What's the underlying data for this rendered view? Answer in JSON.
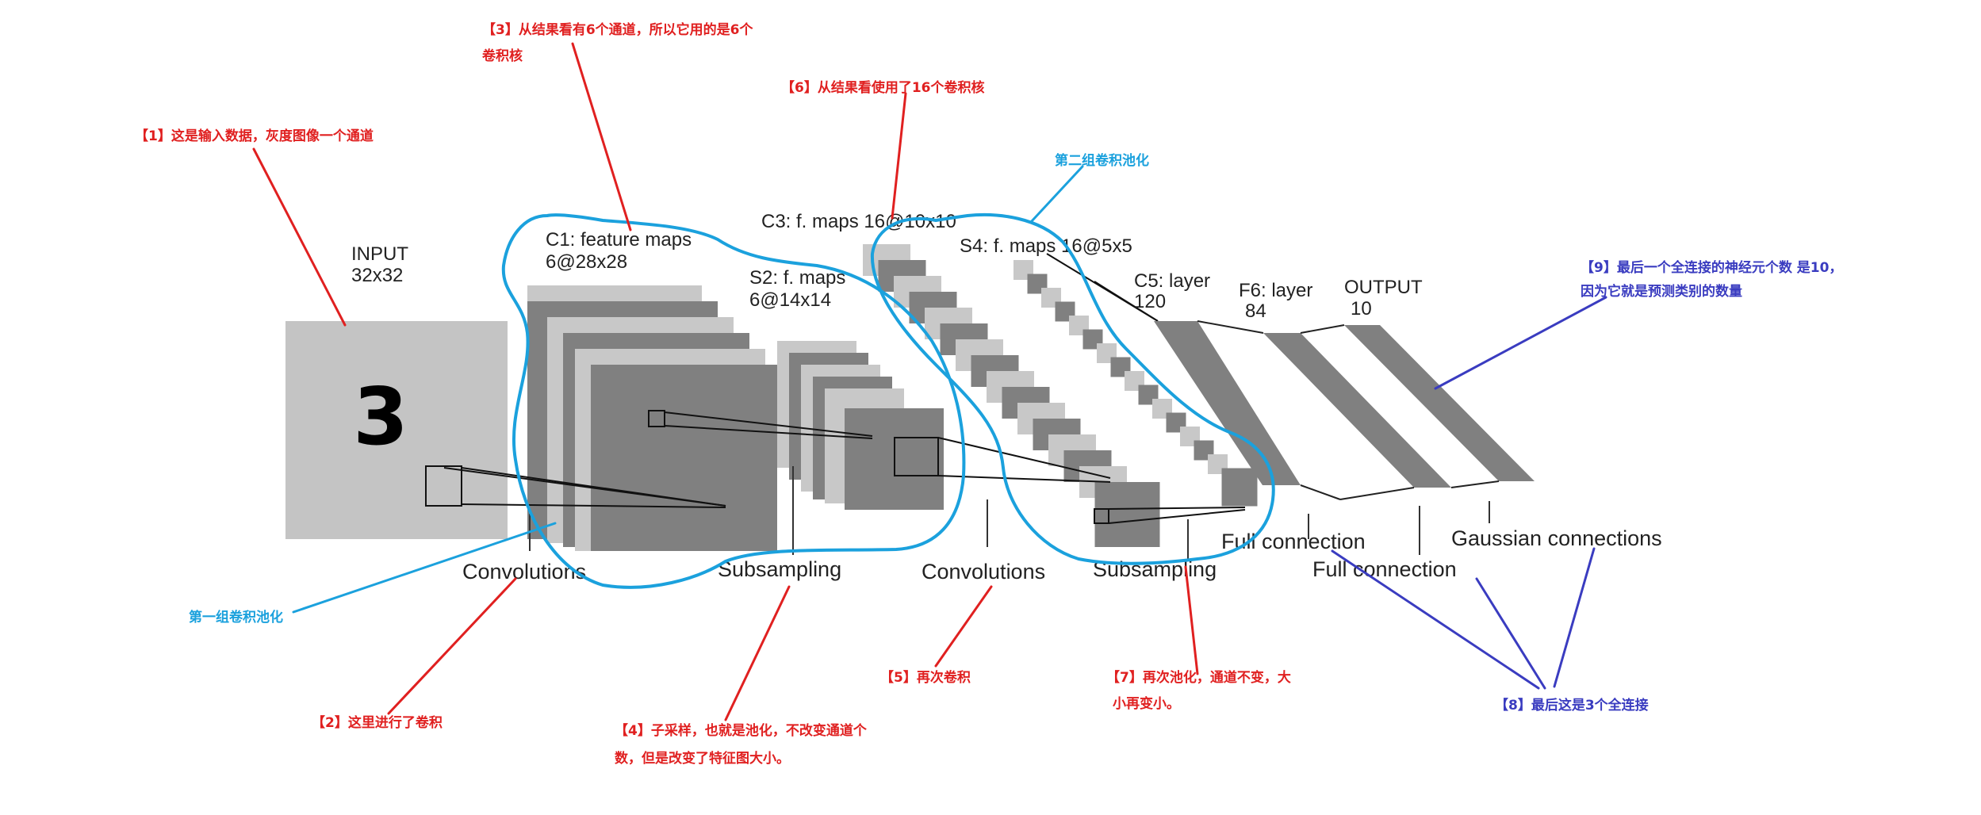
{
  "colors": {
    "red": "#e02020",
    "blue": "#1ba1dd",
    "indigo": "#3a3cc0",
    "map_light": "#c8c8c8",
    "map_dark": "#808080",
    "input_bg": "#c4c4c4"
  },
  "network": {
    "input_title": "INPUT",
    "input_size": "32x32",
    "input_digit": "3",
    "c1_title": "C1: feature maps",
    "c1_size": "6@28x28",
    "s2_title": "S2: f. maps",
    "s2_size": "6@14x14",
    "c3_label": "C3: f. maps 16@10x10",
    "s4_label": "S4: f. maps 16@5x5",
    "c5_title": "C5: layer",
    "c5_size": "120",
    "f6_title": "F6: layer",
    "f6_size": "84",
    "output_title": "OUTPUT",
    "output_size": "10",
    "ops": {
      "conv1": "Convolutions",
      "sub1": "Subsampling",
      "conv2": "Convolutions",
      "sub2": "Subsampling",
      "full1": "Full connection",
      "full2": "Full connection",
      "gauss": "Gaussian connections"
    }
  },
  "annotations": {
    "a1": "【1】这是输入数据，灰度图像一个通道",
    "a2": "【2】这里进行了卷积",
    "a3_line1": "【3】从结果看有6个通道，所以它用的是6个",
    "a3_line2": "卷积核",
    "a4_line1": "【4】子采样，也就是池化，不改变通道个",
    "a4_line2": "数，但是改变了特征图大小。",
    "a5": "【5】再次卷积",
    "a6": "【6】从结果看使用了16个卷积核",
    "a7_line1": "【7】再次池化，通道不变，大",
    "a7_line2": "小再变小。",
    "a8": "【8】最后这是3个全连接",
    "a9_line1": "【9】最后一个全连接的神经元个数 是10，",
    "a9_line2": "因为它就是预测类别的数量",
    "group1": "第一组卷积池化",
    "group2": "第二组卷积池化"
  }
}
